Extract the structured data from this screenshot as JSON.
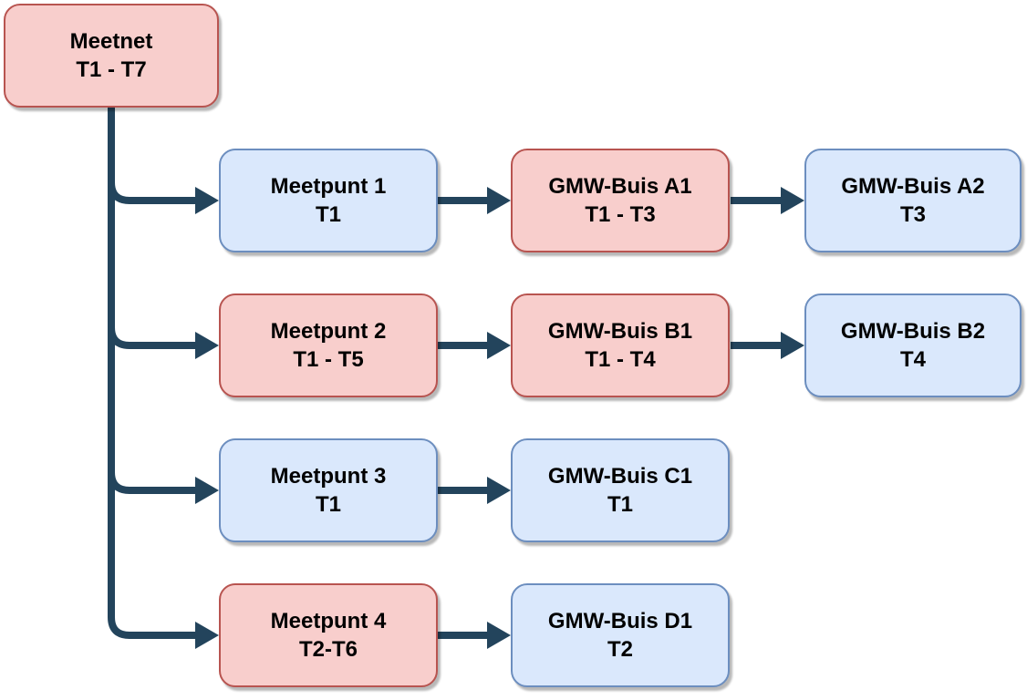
{
  "diagram": {
    "type": "flowchart-tree",
    "root": {
      "title": "Meetnet",
      "subtitle": "T1 - T7",
      "variant": "red"
    },
    "rows": [
      {
        "nodes": [
          {
            "title": "Meetpunt 1",
            "subtitle": "T1",
            "variant": "blue"
          },
          {
            "title": "GMW-Buis A1",
            "subtitle": "T1 - T3",
            "variant": "red"
          },
          {
            "title": "GMW-Buis A2",
            "subtitle": "T3",
            "variant": "blue"
          }
        ]
      },
      {
        "nodes": [
          {
            "title": "Meetpunt 2",
            "subtitle": "T1 - T5",
            "variant": "red"
          },
          {
            "title": "GMW-Buis B1",
            "subtitle": "T1 - T4",
            "variant": "red"
          },
          {
            "title": "GMW-Buis B2",
            "subtitle": "T4",
            "variant": "blue"
          }
        ]
      },
      {
        "nodes": [
          {
            "title": "Meetpunt 3",
            "subtitle": "T1",
            "variant": "blue"
          },
          {
            "title": "GMW-Buis C1",
            "subtitle": "T1",
            "variant": "blue"
          }
        ]
      },
      {
        "nodes": [
          {
            "title": "Meetpunt 4",
            "subtitle": "T2-T6",
            "variant": "red"
          },
          {
            "title": "GMW-Buis D1",
            "subtitle": "T2",
            "variant": "blue"
          }
        ]
      }
    ],
    "colors": {
      "red_fill": "#F8CECC",
      "red_border": "#B85450",
      "blue_fill": "#DAE8FC",
      "blue_border": "#6C8EBF",
      "connector": "#23445C",
      "text": "#000000",
      "background": "#FFFFFF"
    }
  }
}
